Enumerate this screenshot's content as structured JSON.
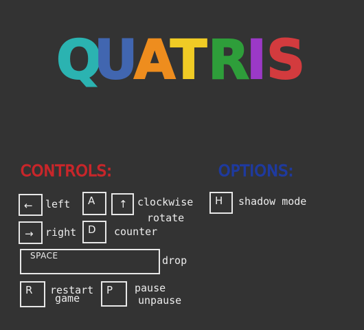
{
  "title": {
    "letters": [
      "Q",
      "U",
      "A",
      "T",
      "R",
      "I",
      "S"
    ],
    "colors": [
      "#2bb3b1",
      "#4166b0",
      "#ee8d1e",
      "#f0cb25",
      "#2e9e3a",
      "#9b39c7",
      "#d33b3e"
    ]
  },
  "controls": {
    "heading": "CONTROLS:",
    "heading_color": "#c8262a",
    "keys": {
      "left_key": "←",
      "left_label": "left",
      "right_key": "→",
      "right_label": "right",
      "a_key": "A",
      "up_key": "↑",
      "clockwise_label_1": "clockwise",
      "clockwise_label_2": "rotate",
      "d_key": "D",
      "counter_label": "counter",
      "space_key": "SPACE",
      "drop_label": "drop",
      "r_key": "R",
      "restart_label_1": "restart",
      "restart_label_2": "game",
      "p_key": "P",
      "pause_label_1": "pause",
      "pause_label_2": "unpause"
    }
  },
  "options": {
    "heading": "OPTIONS:",
    "heading_color": "#1f3a9e",
    "h_key": "H",
    "shadow_label": "shadow mode"
  }
}
